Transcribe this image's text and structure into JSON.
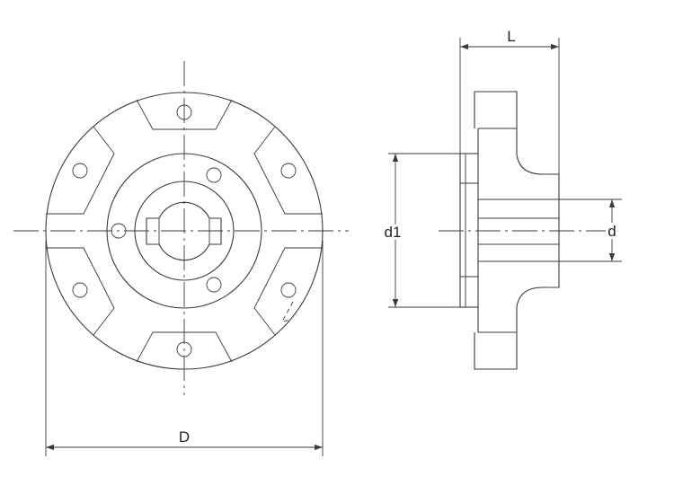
{
  "labels": {
    "length": "L",
    "outer_diameter": "D",
    "pilot_diameter": "d1",
    "bore_diameter": "d"
  }
}
